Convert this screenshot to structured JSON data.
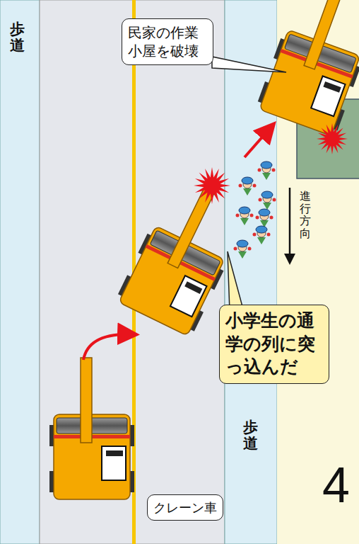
{
  "diagram": {
    "nodes": [
      {
        "text": [
          "民家の作業 小屋を破壊"
        ]
      },
      {
        "text": [
          "小学生の通 学の列に突 っ込んだ"
        ]
      },
      {
        "text": [
          "クレーン車"
        ]
      }
    ],
    "labels": [
      "歩道",
      "進行方向",
      "歩道",
      "4"
    ]
  }
}
